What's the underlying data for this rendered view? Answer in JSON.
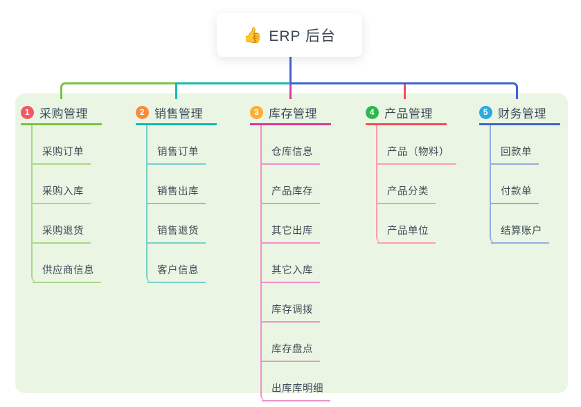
{
  "root": {
    "icon": "👍",
    "title": "ERP 后台"
  },
  "colors": {
    "root_line": "#4A5BD0",
    "panel_bg": "#EAF6E3",
    "title_text": "#3B4A59",
    "child_text": "#3F4C59"
  },
  "branches": [
    {
      "num": "1",
      "label": "采购管理",
      "badge_color": "#F25864",
      "line_color": "#7CC13E",
      "child_line_color": "#A9D687",
      "children": [
        {
          "label": "采购订单"
        },
        {
          "label": "采购入库"
        },
        {
          "label": "采购退货"
        },
        {
          "label": "供应商信息"
        }
      ]
    },
    {
      "num": "2",
      "label": "销售管理",
      "badge_color": "#FB8A3D",
      "line_color": "#16B8B2",
      "child_line_color": "#77CFC9",
      "children": [
        {
          "label": "销售订单"
        },
        {
          "label": "销售出库"
        },
        {
          "label": "销售退货"
        },
        {
          "label": "客户信息"
        }
      ]
    },
    {
      "num": "3",
      "label": "库存管理",
      "badge_color": "#FFAC38",
      "line_color": "#D83A97",
      "child_line_color": "#F090C9",
      "children": [
        {
          "label": "仓库信息"
        },
        {
          "label": "产品库存"
        },
        {
          "label": "其它出库"
        },
        {
          "label": "其它入库"
        },
        {
          "label": "库存调拨"
        },
        {
          "label": "库存盘点"
        },
        {
          "label": "出库库明细"
        }
      ]
    },
    {
      "num": "4",
      "label": "产品管理",
      "badge_color": "#2FB84F",
      "line_color": "#F54D5E",
      "child_line_color": "#F8A0A8",
      "children": [
        {
          "label": "产品（物料）"
        },
        {
          "label": "产品分类"
        },
        {
          "label": "产品单位"
        }
      ]
    },
    {
      "num": "5",
      "label": "财务管理",
      "badge_color": "#2FA8E0",
      "line_color": "#3E63CF",
      "child_line_color": "#93ACE2",
      "children": [
        {
          "label": "回款单"
        },
        {
          "label": "付款单"
        },
        {
          "label": "结算账户"
        }
      ]
    }
  ]
}
